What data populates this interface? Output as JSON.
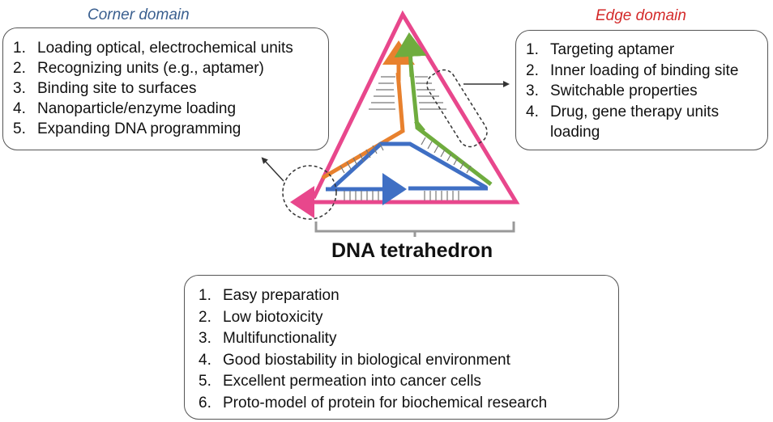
{
  "corner": {
    "title": "Corner domain",
    "title_color": "#3a5f8f",
    "items": [
      {
        "num": "1.",
        "text": "Loading optical, electrochemical units"
      },
      {
        "num": "2.",
        "text": "Recognizing units (e.g., aptamer)"
      },
      {
        "num": "3.",
        "text": "Binding site to surfaces"
      },
      {
        "num": "4.",
        "text": "Nanoparticle/enzyme loading"
      },
      {
        "num": "5.",
        "text": "Expanding DNA programming"
      }
    ]
  },
  "edge": {
    "title": "Edge domain",
    "title_color": "#d42a2a",
    "items": [
      {
        "num": "1.",
        "text": "Targeting aptamer"
      },
      {
        "num": "2.",
        "text": "Inner loading of binding site"
      },
      {
        "num": "3.",
        "text": "Switchable properties"
      },
      {
        "num": "4.",
        "text": "Drug, gene therapy units"
      },
      {
        "num": "",
        "text": "loading"
      }
    ]
  },
  "tetrahedron": {
    "title": "DNA tetrahedron",
    "items": [
      {
        "num": "1.",
        "text": "Easy preparation"
      },
      {
        "num": "2.",
        "text": "Low biotoxicity"
      },
      {
        "num": "3.",
        "text": "Multifunctionality"
      },
      {
        "num": "4.",
        "text": "Good biostability in biological environment"
      },
      {
        "num": "5.",
        "text": "Excellent permeation into cancer cells"
      },
      {
        "num": "6.",
        "text": "Proto-model of protein for biochemical research"
      }
    ]
  },
  "colors": {
    "pink_strand": "#e8478c",
    "orange_strand": "#e8812e",
    "green_strand": "#6fac3e",
    "blue_strand": "#3f6fc4"
  }
}
